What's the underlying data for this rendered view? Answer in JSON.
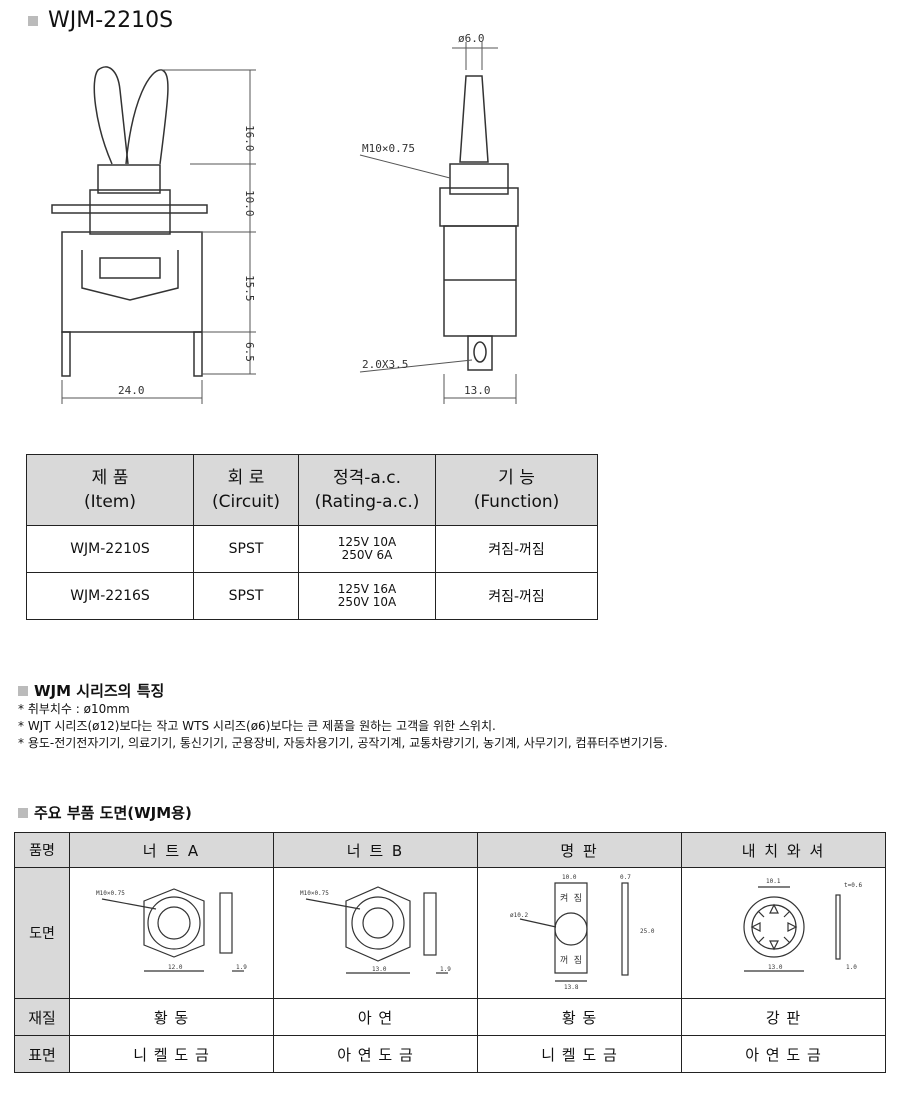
{
  "title": "WJM-2210S",
  "drawing": {
    "dim_16": "16.0",
    "dim_10": "10.0",
    "dim_155": "15.5",
    "dim_65": "6.5",
    "dim_24": "24.0",
    "dim_phi6": "ø6.0",
    "thread": "M10×0.75",
    "terminal": "2.0X3.5",
    "dim_13": "13.0"
  },
  "spec_table": {
    "headers": [
      {
        "ko": "제 품",
        "en": "(Item)"
      },
      {
        "ko": "회 로",
        "en": "(Circuit)"
      },
      {
        "ko": "정격-a.c.",
        "en": "(Rating-a.c.)"
      },
      {
        "ko": "기 능",
        "en": "(Function)"
      }
    ],
    "rows": [
      {
        "item": "WJM-2210S",
        "circuit": "SPST",
        "rating1": "125V 10A",
        "rating2": "250V 6A",
        "function": "켜짐-꺼짐"
      },
      {
        "item": "WJM-2216S",
        "circuit": "SPST",
        "rating1": "125V 16A",
        "rating2": "250V 10A",
        "function": "켜짐-꺼짐"
      }
    ]
  },
  "features": {
    "heading": "WJM 시리즈의 특징",
    "lines": [
      "* 취부치수 : ø10mm",
      "* WJT 시리즈(ø12)보다는 작고 WTS 시리즈(ø6)보다는 큰 제품을 원하는 고객을 위한 스위치.",
      "* 용도-전기전자기기, 의료기기, 통신기기, 군용장비, 자동차용기기, 공작기계, 교통차량기기, 농기계, 사무기기, 컴퓨터주변기기등."
    ]
  },
  "parts": {
    "heading": "주요 부품 도면(WJM용)",
    "col0": "품명",
    "headers": [
      "너 트 A",
      "너 트 B",
      "명 판",
      "내 치 와 셔"
    ],
    "row_drawing": "도면",
    "row_material": "재질",
    "row_surface": "표면",
    "materials": [
      "황 동",
      "아 연",
      "황 동",
      "강 판"
    ],
    "surfaces": [
      "니 켈 도 금",
      "아 연 도 금",
      "니 켈 도 금",
      "아 연 도 금"
    ],
    "nutA": {
      "thread": "M10×0.75",
      "w": "12.0",
      "t": "1.9"
    },
    "nutB": {
      "thread": "M10×0.75",
      "w": "13.0",
      "t": "1.9"
    },
    "plate": {
      "w": "10.0",
      "t": "0.7",
      "hole": "ø10.2",
      "on": "켜 짐",
      "off": "꺼 짐",
      "h": "25.0",
      "w2": "13.8"
    },
    "washer": {
      "id": "10.1",
      "t": "t=0.6",
      "od": "13.0",
      "t2": "1.0"
    }
  }
}
